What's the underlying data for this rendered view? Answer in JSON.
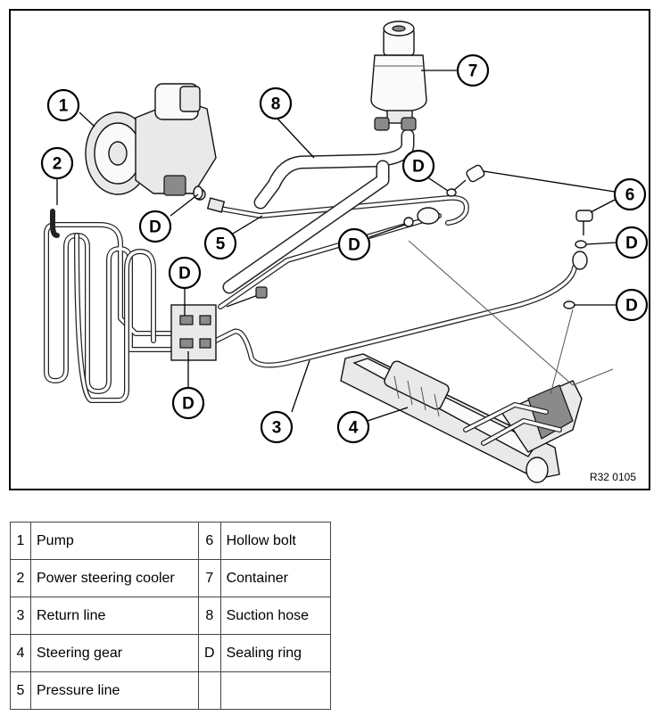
{
  "figure_ref": "R32 0105",
  "callouts": {
    "pump": "1",
    "cooler": "2",
    "return_line": "3",
    "steering_gear": "4",
    "pressure_line": "5",
    "hollow_bolt": "6",
    "container": "7",
    "suction_hose": "8",
    "sealing_ring": "D"
  },
  "legend": {
    "rows": [
      {
        "k1": "1",
        "v1": "Pump",
        "k2": "6",
        "v2": "Hollow bolt"
      },
      {
        "k1": "2",
        "v1": "Power steering cooler",
        "k2": "7",
        "v2": "Container"
      },
      {
        "k1": "3",
        "v1": "Return line",
        "k2": "8",
        "v2": "Suction hose"
      },
      {
        "k1": "4",
        "v1": "Steering gear",
        "k2": "D",
        "v2": "Sealing ring"
      },
      {
        "k1": "5",
        "v1": "Pressure line",
        "k2": "",
        "v2": ""
      }
    ]
  }
}
